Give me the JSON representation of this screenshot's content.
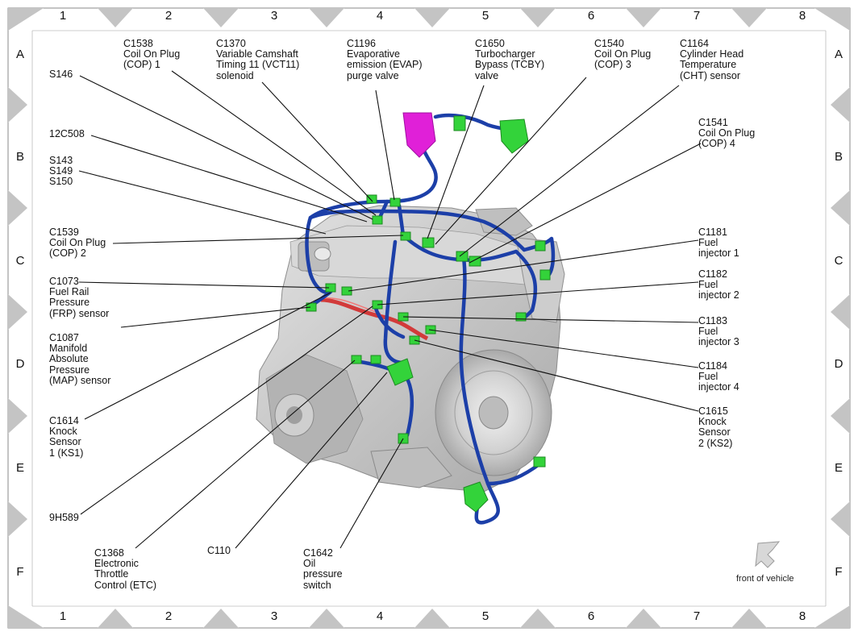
{
  "columns": [
    "1",
    "2",
    "3",
    "4",
    "5",
    "6",
    "7",
    "8"
  ],
  "rows": [
    "A",
    "B",
    "C",
    "D",
    "E",
    "F"
  ],
  "callouts": [
    {
      "id": "s146",
      "text": "S146"
    },
    {
      "id": "c12c508",
      "text": "12C508"
    },
    {
      "id": "s143",
      "text": "S143\nS149\nS150"
    },
    {
      "id": "c1538",
      "text": "C1538\nCoil On Plug\n(COP) 1"
    },
    {
      "id": "c1370",
      "text": "C1370\nVariable Camshaft\nTiming 11 (VCT11)\nsolenoid"
    },
    {
      "id": "c1196",
      "text": "C1196\nEvaporative\nemission (EVAP)\npurge valve"
    },
    {
      "id": "c1650",
      "text": "C1650\nTurbocharger\nBypass (TCBY)\nvalve"
    },
    {
      "id": "c1540",
      "text": "C1540\nCoil On Plug\n(COP) 3"
    },
    {
      "id": "c1164",
      "text": "C1164\nCylinder Head\nTemperature\n(CHT) sensor"
    },
    {
      "id": "c1541",
      "text": "C1541\nCoil On Plug\n(COP) 4"
    },
    {
      "id": "c1539",
      "text": "C1539\nCoil On Plug\n(COP) 2"
    },
    {
      "id": "c1073",
      "text": "C1073\nFuel Rail\nPressure\n(FRP) sensor"
    },
    {
      "id": "c1087",
      "text": "C1087\nManifold\nAbsolute\nPressure\n(MAP) sensor"
    },
    {
      "id": "c1614",
      "text": "C1614\nKnock\nSensor\n1 (KS1)"
    },
    {
      "id": "c9h589",
      "text": "9H589"
    },
    {
      "id": "c1368",
      "text": "C1368\nElectronic\nThrottle\nControl (ETC)"
    },
    {
      "id": "c110",
      "text": "C110"
    },
    {
      "id": "c1642",
      "text": "C1642\nOil\npressure\nswitch"
    },
    {
      "id": "c1181",
      "text": "C1181\nFuel\ninjector 1"
    },
    {
      "id": "c1182",
      "text": "C1182\nFuel\ninjector 2"
    },
    {
      "id": "c1183",
      "text": "C1183\nFuel\ninjector 3"
    },
    {
      "id": "c1184",
      "text": "C1184\nFuel\ninjector 4"
    },
    {
      "id": "c1615",
      "text": "C1615\nKnock\nSensor\n2 (KS2)"
    }
  ],
  "front_label": "front of vehicle",
  "colors": {
    "harness": "#1c3fa8",
    "connector": "#33d33a",
    "connector_pink": "#e020d8",
    "fuel_rail": "#d23a3a",
    "engine": "#c8c8c8",
    "frame_marker": "#c4c4c4"
  }
}
